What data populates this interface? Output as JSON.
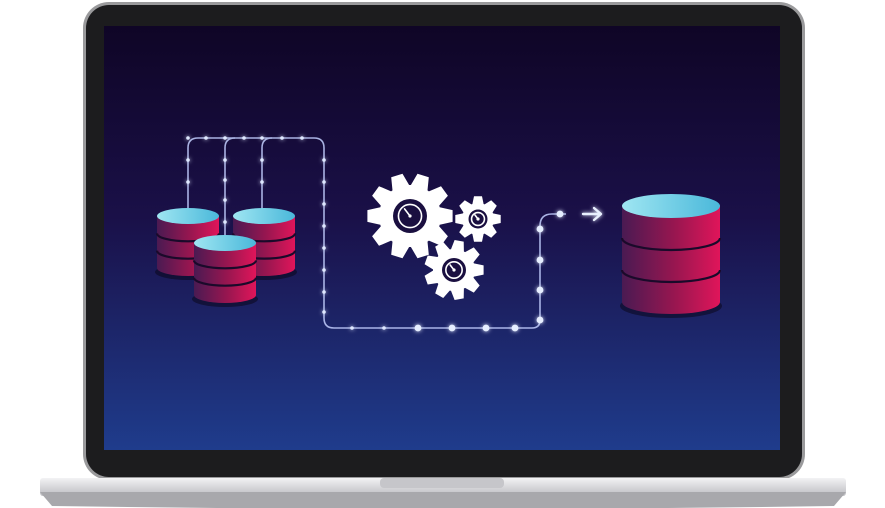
{
  "illustration": {
    "subject": "laptop-showing-data-pipeline",
    "icons": [
      "laptop-icon",
      "database-icon",
      "gear-icon",
      "arrow-right-icon"
    ],
    "source_database_count": 3,
    "gear_count": 3,
    "destination_database_count": 1
  },
  "colors": {
    "laptop_bezel": "#1c1c1e",
    "laptop_frame": "#9a9a9c",
    "laptop_base": "#e4e4e6",
    "screen_top": "#0f0526",
    "screen_bottom": "#1f3c8c",
    "db_top": "#6fd1e6",
    "db_body_dark": "#4a1a52",
    "db_body_bright": "#e0155a",
    "connector": "#b9c4f5",
    "connector_dot": "#dfe8ff",
    "gear": "#ffffff",
    "gear_hub": "#1a0f40"
  }
}
